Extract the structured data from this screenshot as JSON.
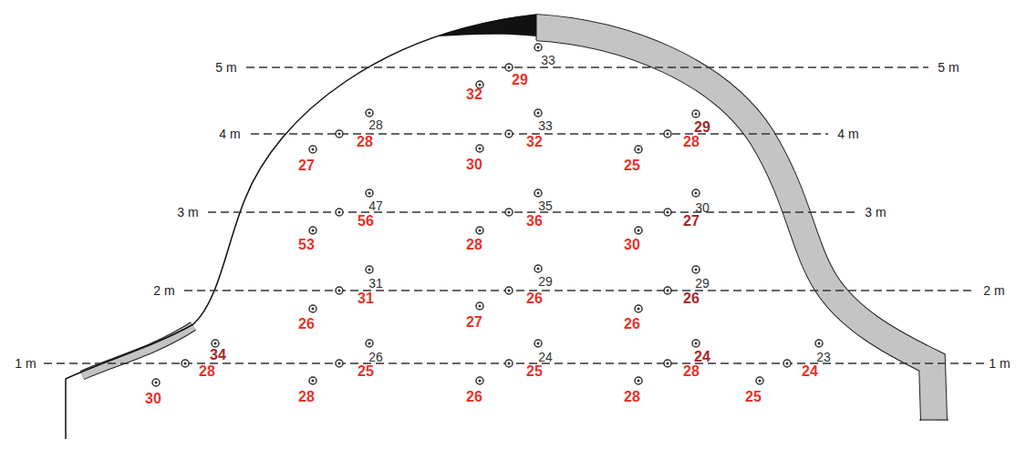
{
  "diagram": {
    "labels": [
      "5 m",
      "5 m",
      "4 m",
      "4 m",
      "3 m",
      "3 m",
      "2 m",
      "2 m",
      "1 m",
      "1 m",
      "33",
      "29",
      "32",
      "28",
      "28",
      "27",
      "33",
      "32",
      "30",
      "29",
      "28",
      "25",
      "47",
      "56",
      "53",
      "35",
      "36",
      "28",
      "30",
      "27",
      "30",
      "31",
      "31",
      "26",
      "29",
      "26",
      "27",
      "29",
      "26",
      "26",
      "34",
      "28",
      "30",
      "26",
      "25",
      "28",
      "24",
      "25",
      "26",
      "24",
      "28",
      "28",
      "23",
      "24",
      "25"
    ]
  }
}
